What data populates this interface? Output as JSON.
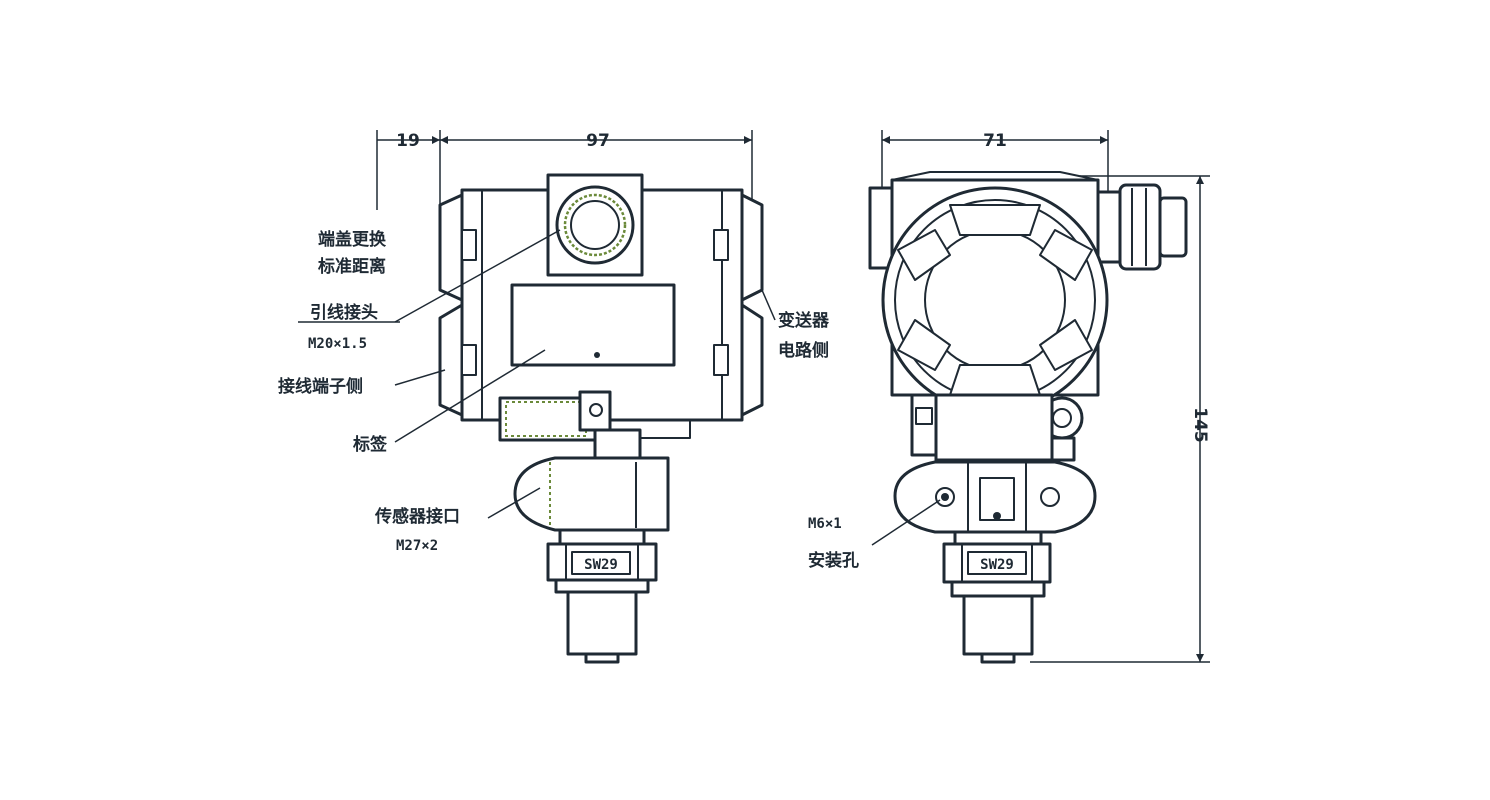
{
  "dimensions": {
    "d19": "19",
    "d97": "97",
    "d71": "71",
    "d145": "145"
  },
  "labels": {
    "lcd_replace": "端盖更换",
    "lcd_std": "标准距离",
    "cable_entry": "引线接头",
    "cable_thread": "M20×1.5",
    "terminal_side": "接线端子侧",
    "nameplate": "标签",
    "sensor_port": "传感器接口",
    "sensor_thread": "M27×2",
    "transmitter": "变送器",
    "circuit_side": "电路侧",
    "hole_size": "M6×1",
    "mount_hole": "安装孔",
    "hex_left": "SW29",
    "hex_right": "SW29"
  },
  "colors": {
    "line": "#1f2a34",
    "thread_highlight": "#6b8a3a",
    "background": "#ffffff"
  }
}
